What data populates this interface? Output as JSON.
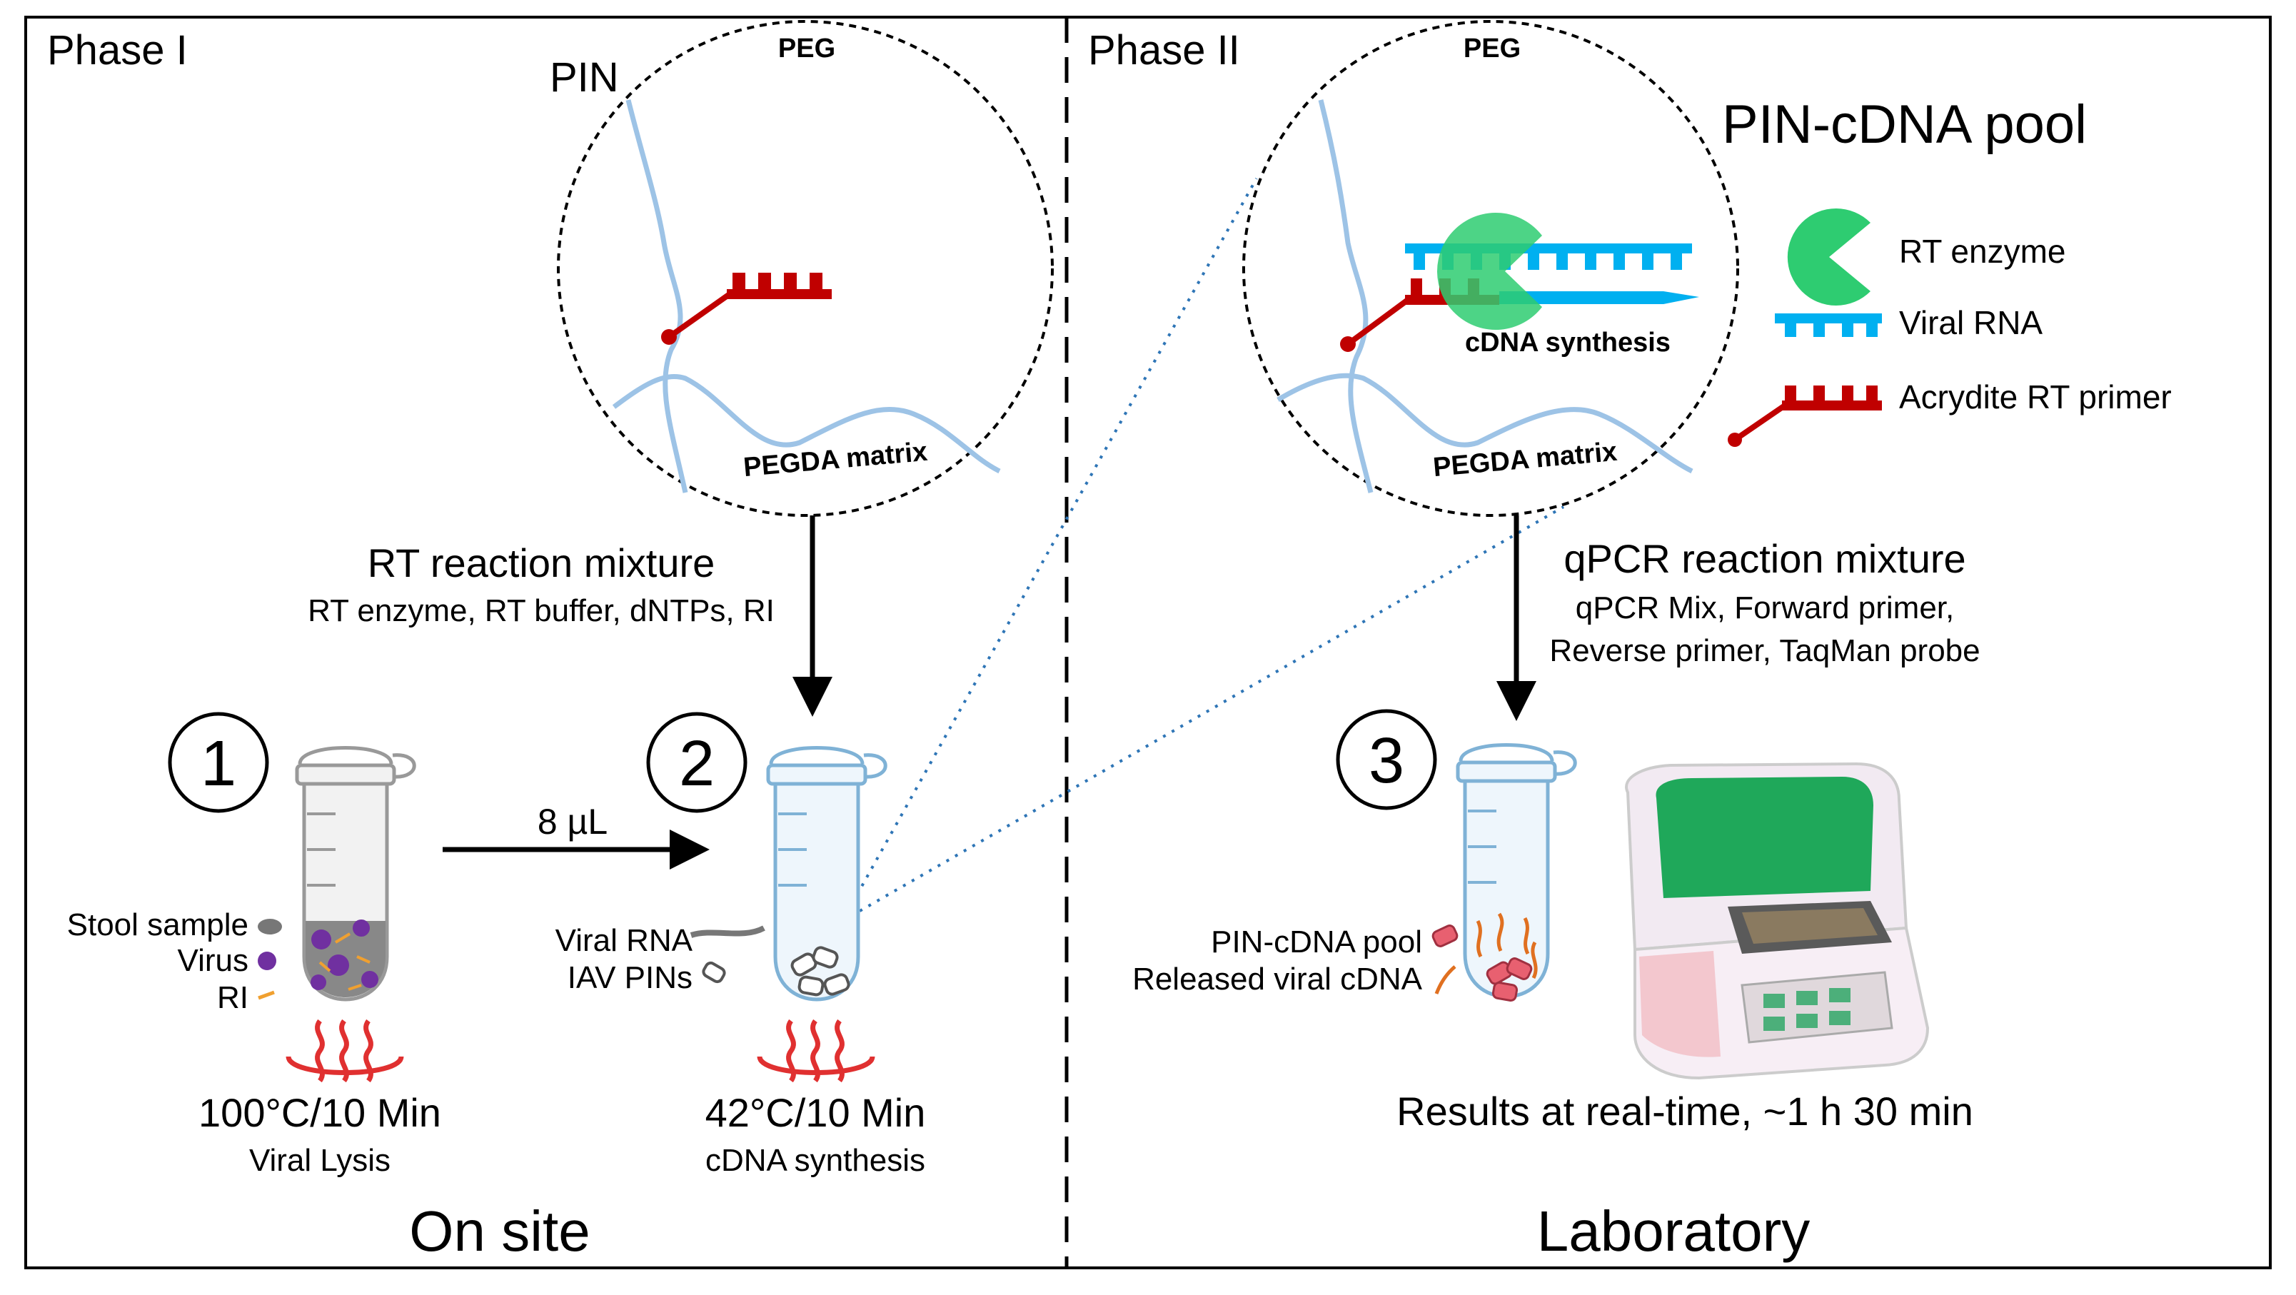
{
  "phase1": {
    "label": "Phase I",
    "pin_label": "PIN",
    "circle": {
      "top_label": "PEG",
      "bottom_label": "PEGDA matrix"
    },
    "mixture_title": "RT reaction mixture",
    "mixture_contents": "RT enzyme, RT buffer, dNTPs, RI",
    "volume_label": "8 µL",
    "footer": "On site",
    "steps": [
      {
        "number": "1",
        "condition": "100°C/10 Min",
        "description": "Viral Lysis",
        "legend": [
          "Stool sample",
          "Virus",
          "RI"
        ]
      },
      {
        "number": "2",
        "condition": "42°C/10 Min",
        "description": "cDNA synthesis",
        "legend": [
          "Viral RNA",
          "IAV PINs"
        ]
      }
    ]
  },
  "phase2": {
    "label": "Phase II",
    "pool_title": "PIN-cDNA pool",
    "circle": {
      "top_label": "PEG",
      "bottom_label": "PEGDA matrix",
      "center_label": "cDNA synthesis"
    },
    "legend": [
      "RT enzyme",
      "Viral RNA",
      "Acrydite RT primer"
    ],
    "mixture_title": "qPCR reaction mixture",
    "mixture_lines": [
      "qPCR Mix, Forward primer,",
      "Reverse primer, TaqMan probe"
    ],
    "step3": {
      "number": "3",
      "legend": [
        "PIN-cDNA pool",
        "Released viral cDNA"
      ]
    },
    "results": "Results at real-time, ~1 h 30 min",
    "footer": "Laboratory"
  },
  "colors": {
    "primer": "#c00000",
    "rna": "#00b0f0",
    "enzyme": "#2ecc71",
    "peg": "#9dc3e6",
    "heat": "#e03030",
    "virus": "#7030a0",
    "pin_pink": "#e86070"
  }
}
